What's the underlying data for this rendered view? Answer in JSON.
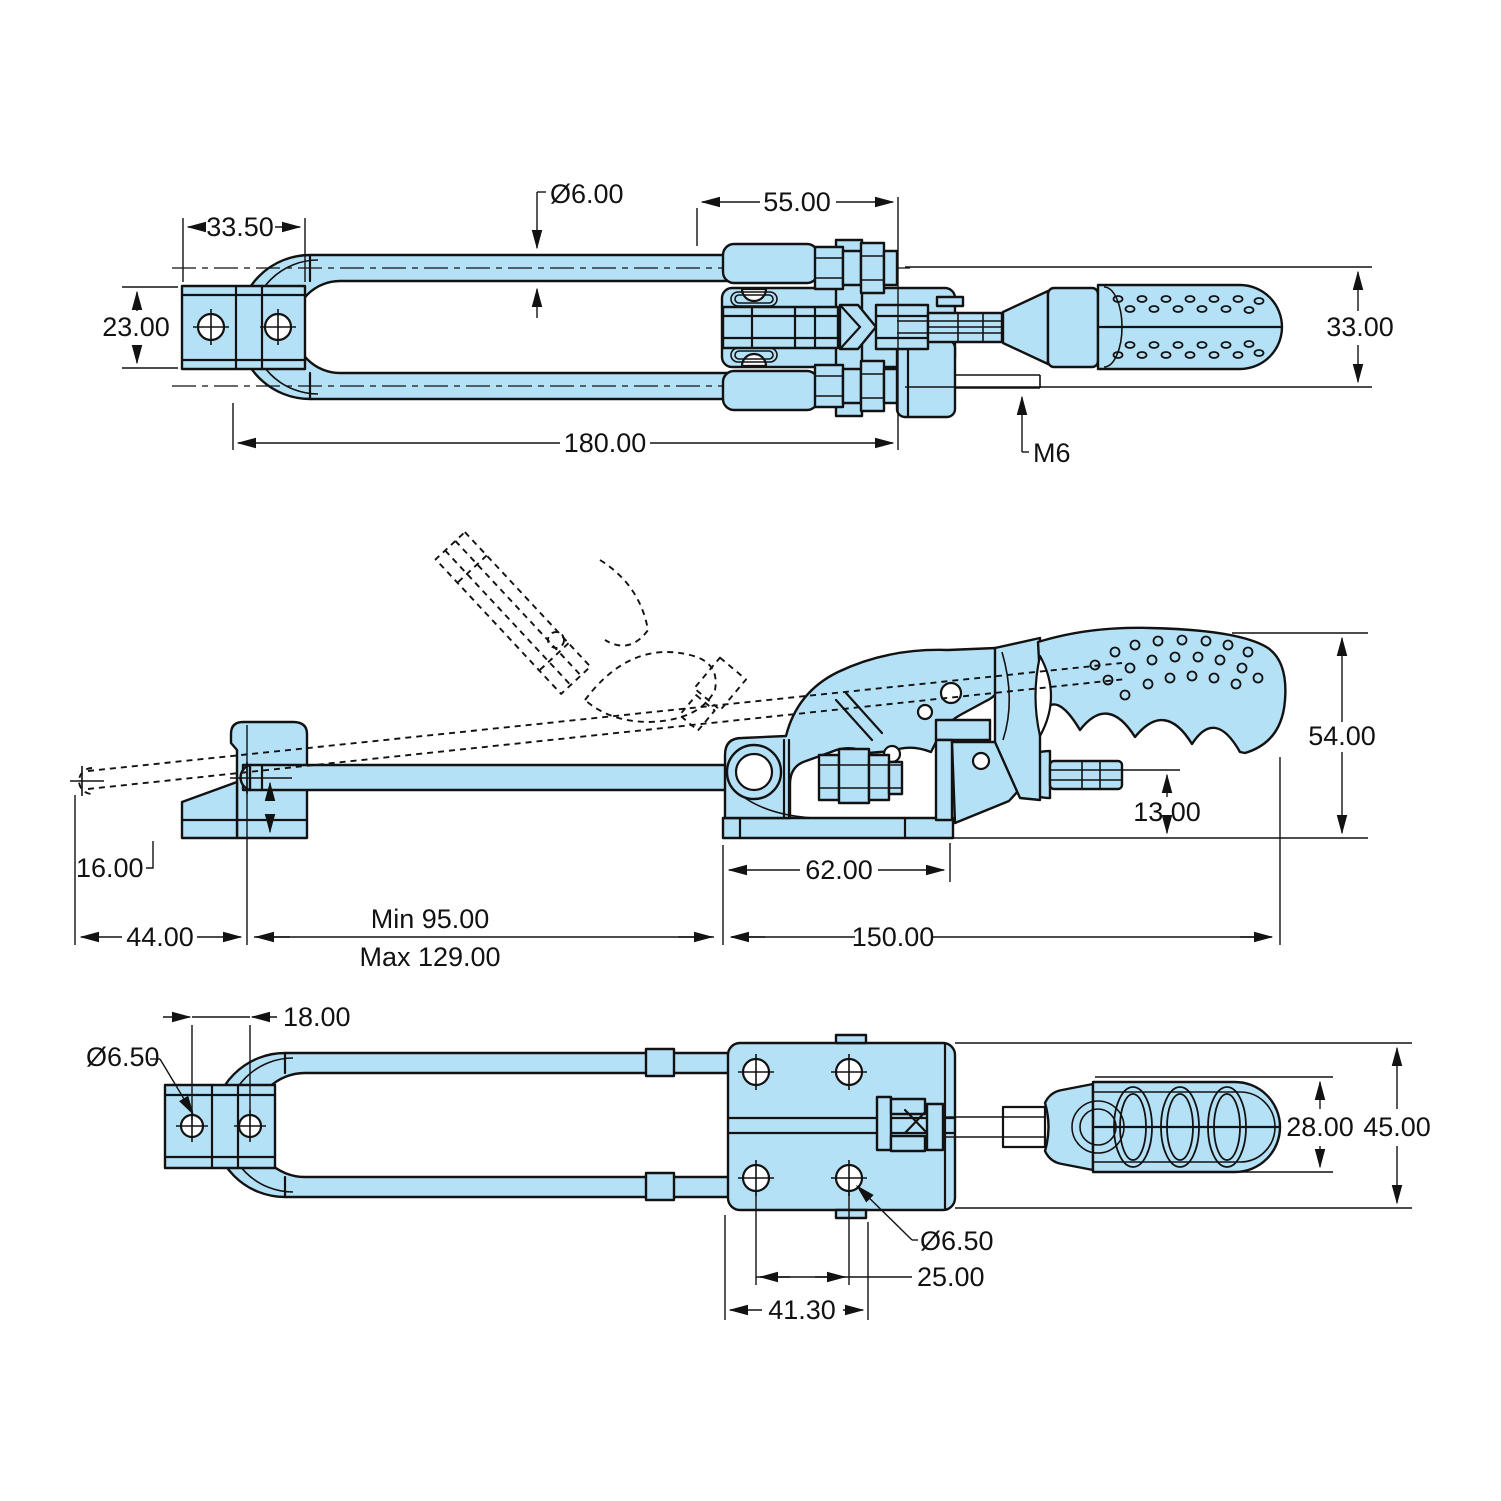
{
  "drawing": {
    "title": "latch-toggle-clamp-three-view-drawing",
    "colors": {
      "part_fill": "#b5e1f6",
      "line": "#121212",
      "background": "#ffffff"
    },
    "views": {
      "top": {
        "dims": {
          "shackle_offset": "33.50",
          "rod_diameter": "Ø6.00",
          "body_length": "55.00",
          "bracket_width": "23.00",
          "handle_width": "33.00",
          "total_length": "180.00",
          "thread_size": "M6"
        }
      },
      "side": {
        "dims": {
          "overall_height": "54.00",
          "spindle_height": "13.00",
          "keeper_height": "16.00",
          "base_length": "62.00",
          "keeper_offset": "44.00",
          "reach_min": "Min 95.00",
          "reach_max": "Max 129.00",
          "body_total": "150.00"
        }
      },
      "bottom": {
        "dims": {
          "hole_spacing": "18.00",
          "hole_dia_left": "Ø6.50",
          "handle_thickness": "28.00",
          "base_width": "45.00",
          "hole_dia_base": "Ø6.50",
          "base_hole_spacing": "25.00",
          "base_hole_offset": "41.30"
        }
      }
    }
  }
}
